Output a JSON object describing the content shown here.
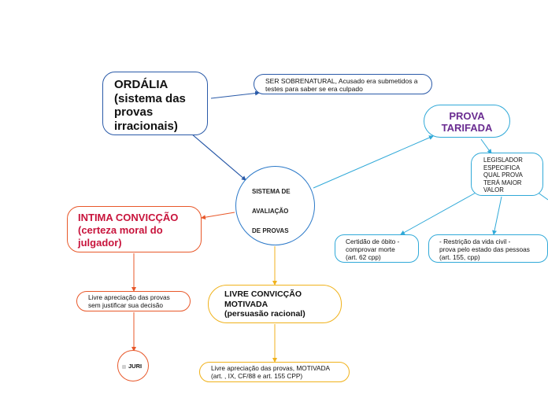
{
  "colors": {
    "blue": "#2a5aa8",
    "cyan": "#30a9d8",
    "orange": "#e8582a",
    "yellow": "#f0b21c",
    "purple": "#6a2c91",
    "crimson": "#c8143c"
  },
  "nodes": {
    "sistema": "SISTEMA DE\n\nAVALIAÇÃO\n\nDE PROVAS",
    "ordalia": "ORDÁLIA\n(sistema das\nprovas\nirracionais)",
    "sobrenatural": "SER SOBRENATURAL, Acusado era submetidos a\ntestes para saber se era culpado",
    "tarifada": "PROVA\nTARIFADA",
    "legislador": "LEGISLADOR\nESPECIFICA\nQUAL PROVA\nTERÁ MAIOR\nVALOR",
    "certidao": "Certidão de óbito -\ncomprovar morte\n(art. 62 cpp)",
    "restricao": "- Restrição da vida civil -\nprova pelo estado das pessoas\n(art. 155, cpp)",
    "intima": "INTIMA CONVICÇÃO\n(certeza moral do\njulgador)",
    "livre_sem": "Livre apreciação das provas\nsem justificar sua decisão",
    "juri": "JURI",
    "livre_conv": "LIVRE CONVICÇÃO\nMOTIVADA\n (persuasão racional)",
    "livre_mot": "Livre apreciação das provas, MOTIVADA\n(art. , IX, CF/88 e art. 155 CPP)"
  }
}
